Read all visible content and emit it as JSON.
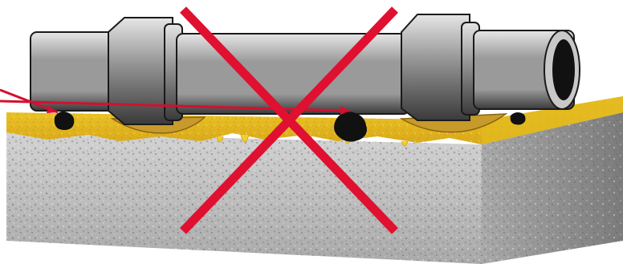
{
  "diagram": {
    "kind": "incorrect-pipe-bedding-illustration",
    "elements": [
      "pipe",
      "pipe-joint-bell-left",
      "pipe-joint-bell-right",
      "sand-bedding-layer",
      "soil-block",
      "rock-debris",
      "pointer-arrows",
      "prohibition-cross"
    ]
  },
  "colors": {
    "pipe_highlight": "#e6e6e6",
    "pipe_mid": "#9a9a9a",
    "pipe_shadow": "#3a3a3a",
    "pipe_outline": "#1a1a1a",
    "pipe_bore": "#111111",
    "sand": "#f2cf2a",
    "sand_dark": "#d9a81a",
    "soil_light": "#d3d3d3",
    "soil_mid": "#a9a9a9",
    "soil_dark": "#7b7b7b",
    "rocks": "#111111",
    "bedding_void": "#c79a2b",
    "pointer": "#d2112f",
    "cross": "#e01030"
  },
  "status": {
    "is_correct": false
  }
}
